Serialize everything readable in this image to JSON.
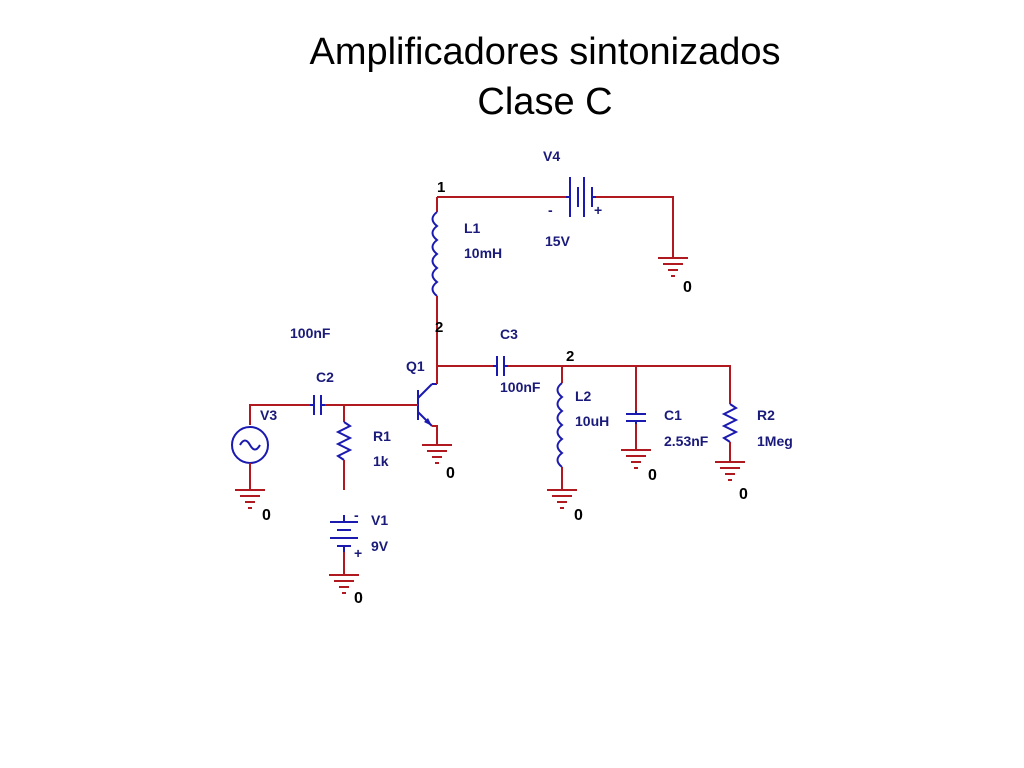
{
  "slide": {
    "title_line1": "Amplificadores sintonizados",
    "title_line2": "Clase C"
  },
  "circuit": {
    "components": {
      "v4": {
        "name": "V4",
        "value": "15V"
      },
      "l1": {
        "name": "L1",
        "value": "10mH"
      },
      "c2": {
        "name": "C2",
        "value": "100nF"
      },
      "c3": {
        "name": "C3",
        "value": "100nF"
      },
      "q1": {
        "name": "Q1"
      },
      "v3": {
        "name": "V3"
      },
      "r1": {
        "name": "R1",
        "value": "1k"
      },
      "v1": {
        "name": "V1",
        "value": "9V"
      },
      "l2": {
        "name": "L2",
        "value": "10uH"
      },
      "c1": {
        "name": "C1",
        "value": "2.53nF"
      },
      "r2": {
        "name": "R2",
        "value": "1Meg"
      }
    },
    "nodes": {
      "n1": "1",
      "n2_collector": "2",
      "n2_tank": "2"
    },
    "ground_label": "0"
  },
  "colors": {
    "wire": "#b0191f",
    "component": "#1a1ab0",
    "label": "#1a1a7a"
  }
}
